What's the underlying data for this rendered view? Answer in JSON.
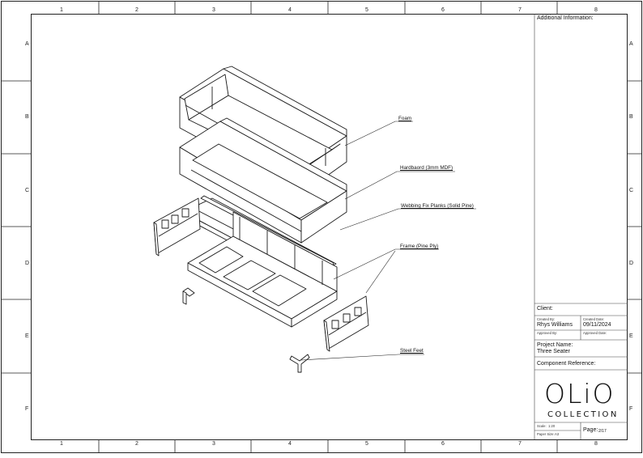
{
  "zones": {
    "columns": [
      "1",
      "2",
      "3",
      "4",
      "5",
      "6",
      "7",
      "8"
    ],
    "rows": [
      "A",
      "B",
      "C",
      "D",
      "E",
      "F"
    ]
  },
  "callouts": {
    "foam": "Foam",
    "hardboard": "Hardbaord (3mm MDF)",
    "webbing": "Webbing Fix Planks (Solid Pine)",
    "frame": "Frame (Pine Ply)",
    "feet": "Steel Feet"
  },
  "title_block": {
    "additional_info": "Additional Information:",
    "client": "Client:",
    "created_by_label": "Created By:",
    "created_by": "Rhys Williams",
    "created_date_label": "Created Date:",
    "created_date": "09/11/2024",
    "approved_by_label": "Approved By:",
    "approved_date_label": "Approved Date:",
    "project_name_label": "Project Name:",
    "project_name": "Three Seater",
    "component_reference": "Component Reference:",
    "logo_main": "OLiO",
    "logo_sub": "COLLECTION",
    "scale_label": "Scale:",
    "scale": "1:20",
    "paper_size_label": "Paper Size:",
    "paper_size": "A3",
    "page_label": "Page:",
    "page": "2/17"
  }
}
